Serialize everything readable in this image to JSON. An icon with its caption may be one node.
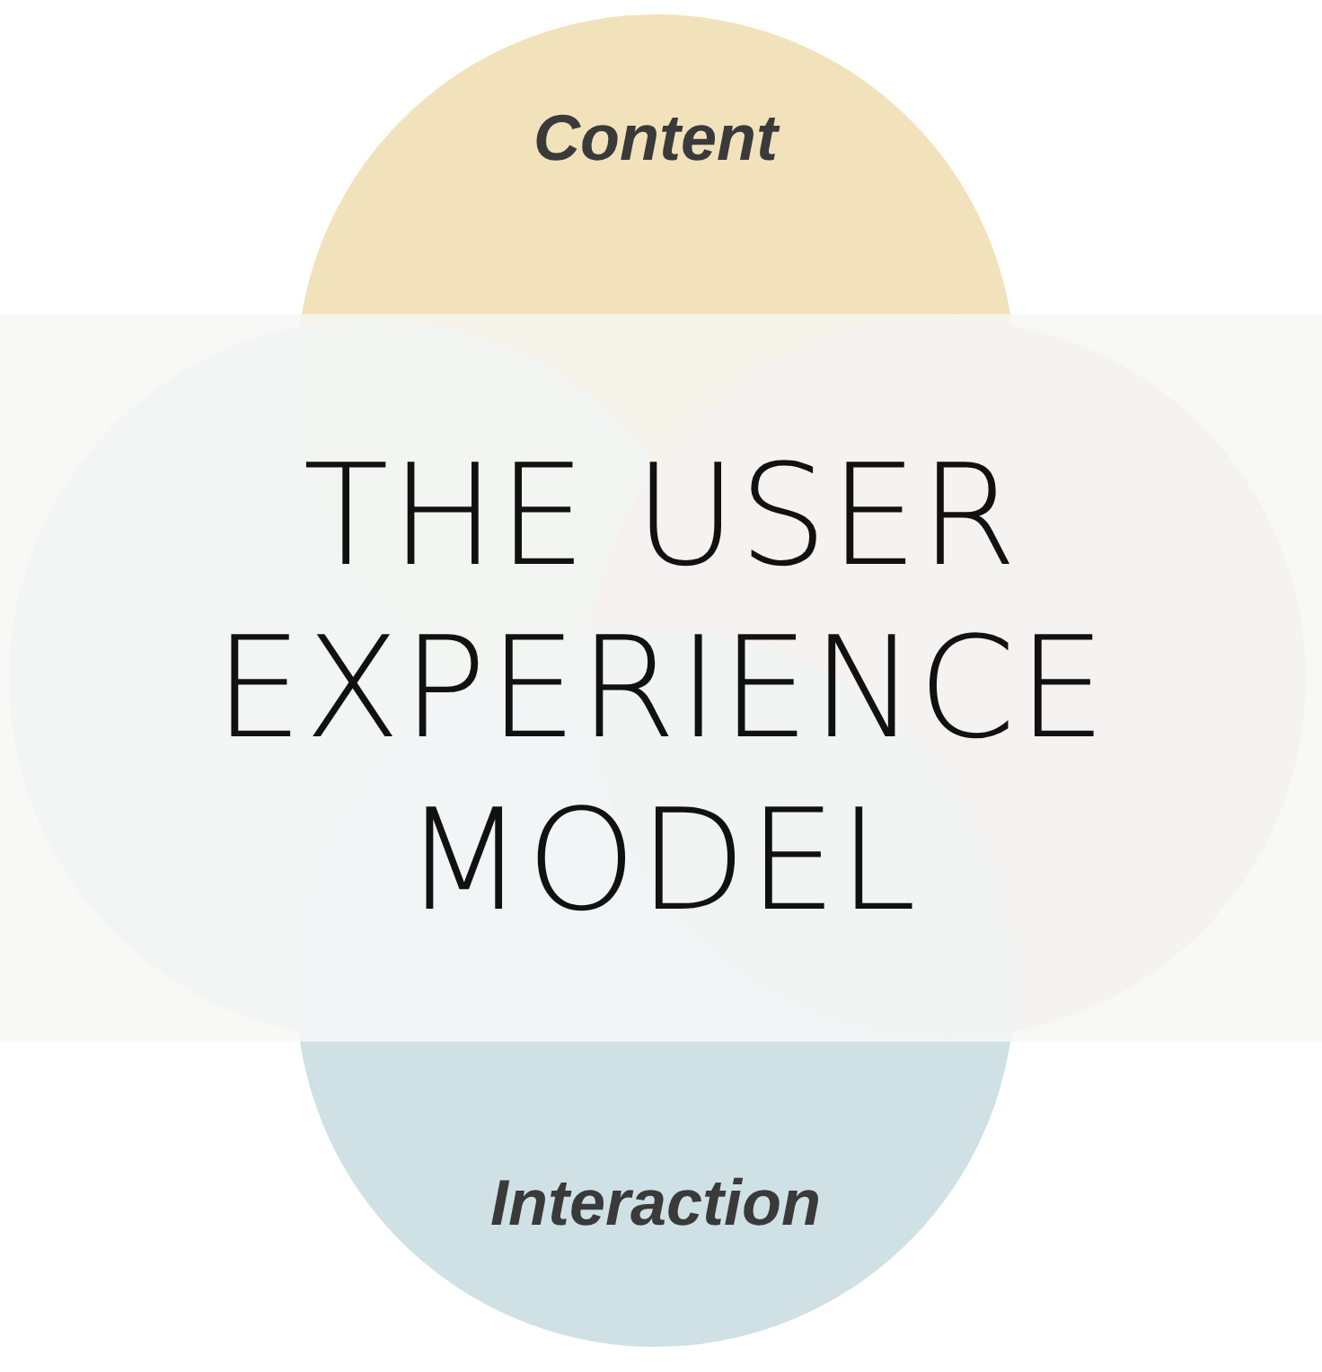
{
  "diagram": {
    "title": "THE USER EXPERIENCE MODEL",
    "nodes": [
      {
        "text": [
          "Content"
        ]
      },
      {
        "text": [
          "Interaction"
        ]
      }
    ]
  }
}
